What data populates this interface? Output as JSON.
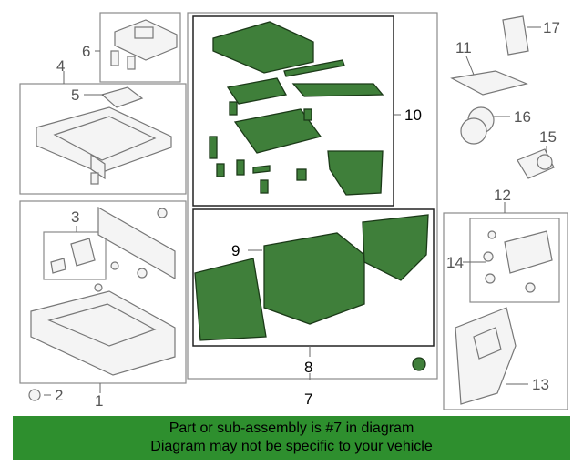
{
  "callouts": {
    "n1": "1",
    "n2": "2",
    "n3": "3",
    "n4": "4",
    "n5": "5",
    "n6": "6",
    "n7": "7",
    "n8": "8",
    "n9": "9",
    "n10": "10",
    "n11": "11",
    "n12": "12",
    "n13": "13",
    "n14": "14",
    "n15": "15",
    "n16": "16",
    "n17": "17"
  },
  "footer": {
    "line1": "Part or sub-assembly is #7 in diagram",
    "line2": "Diagram may not be specific to your vehicle"
  },
  "colors": {
    "highlight_part": "#3f7f3a",
    "footer_bg": "#2e8f2e"
  }
}
